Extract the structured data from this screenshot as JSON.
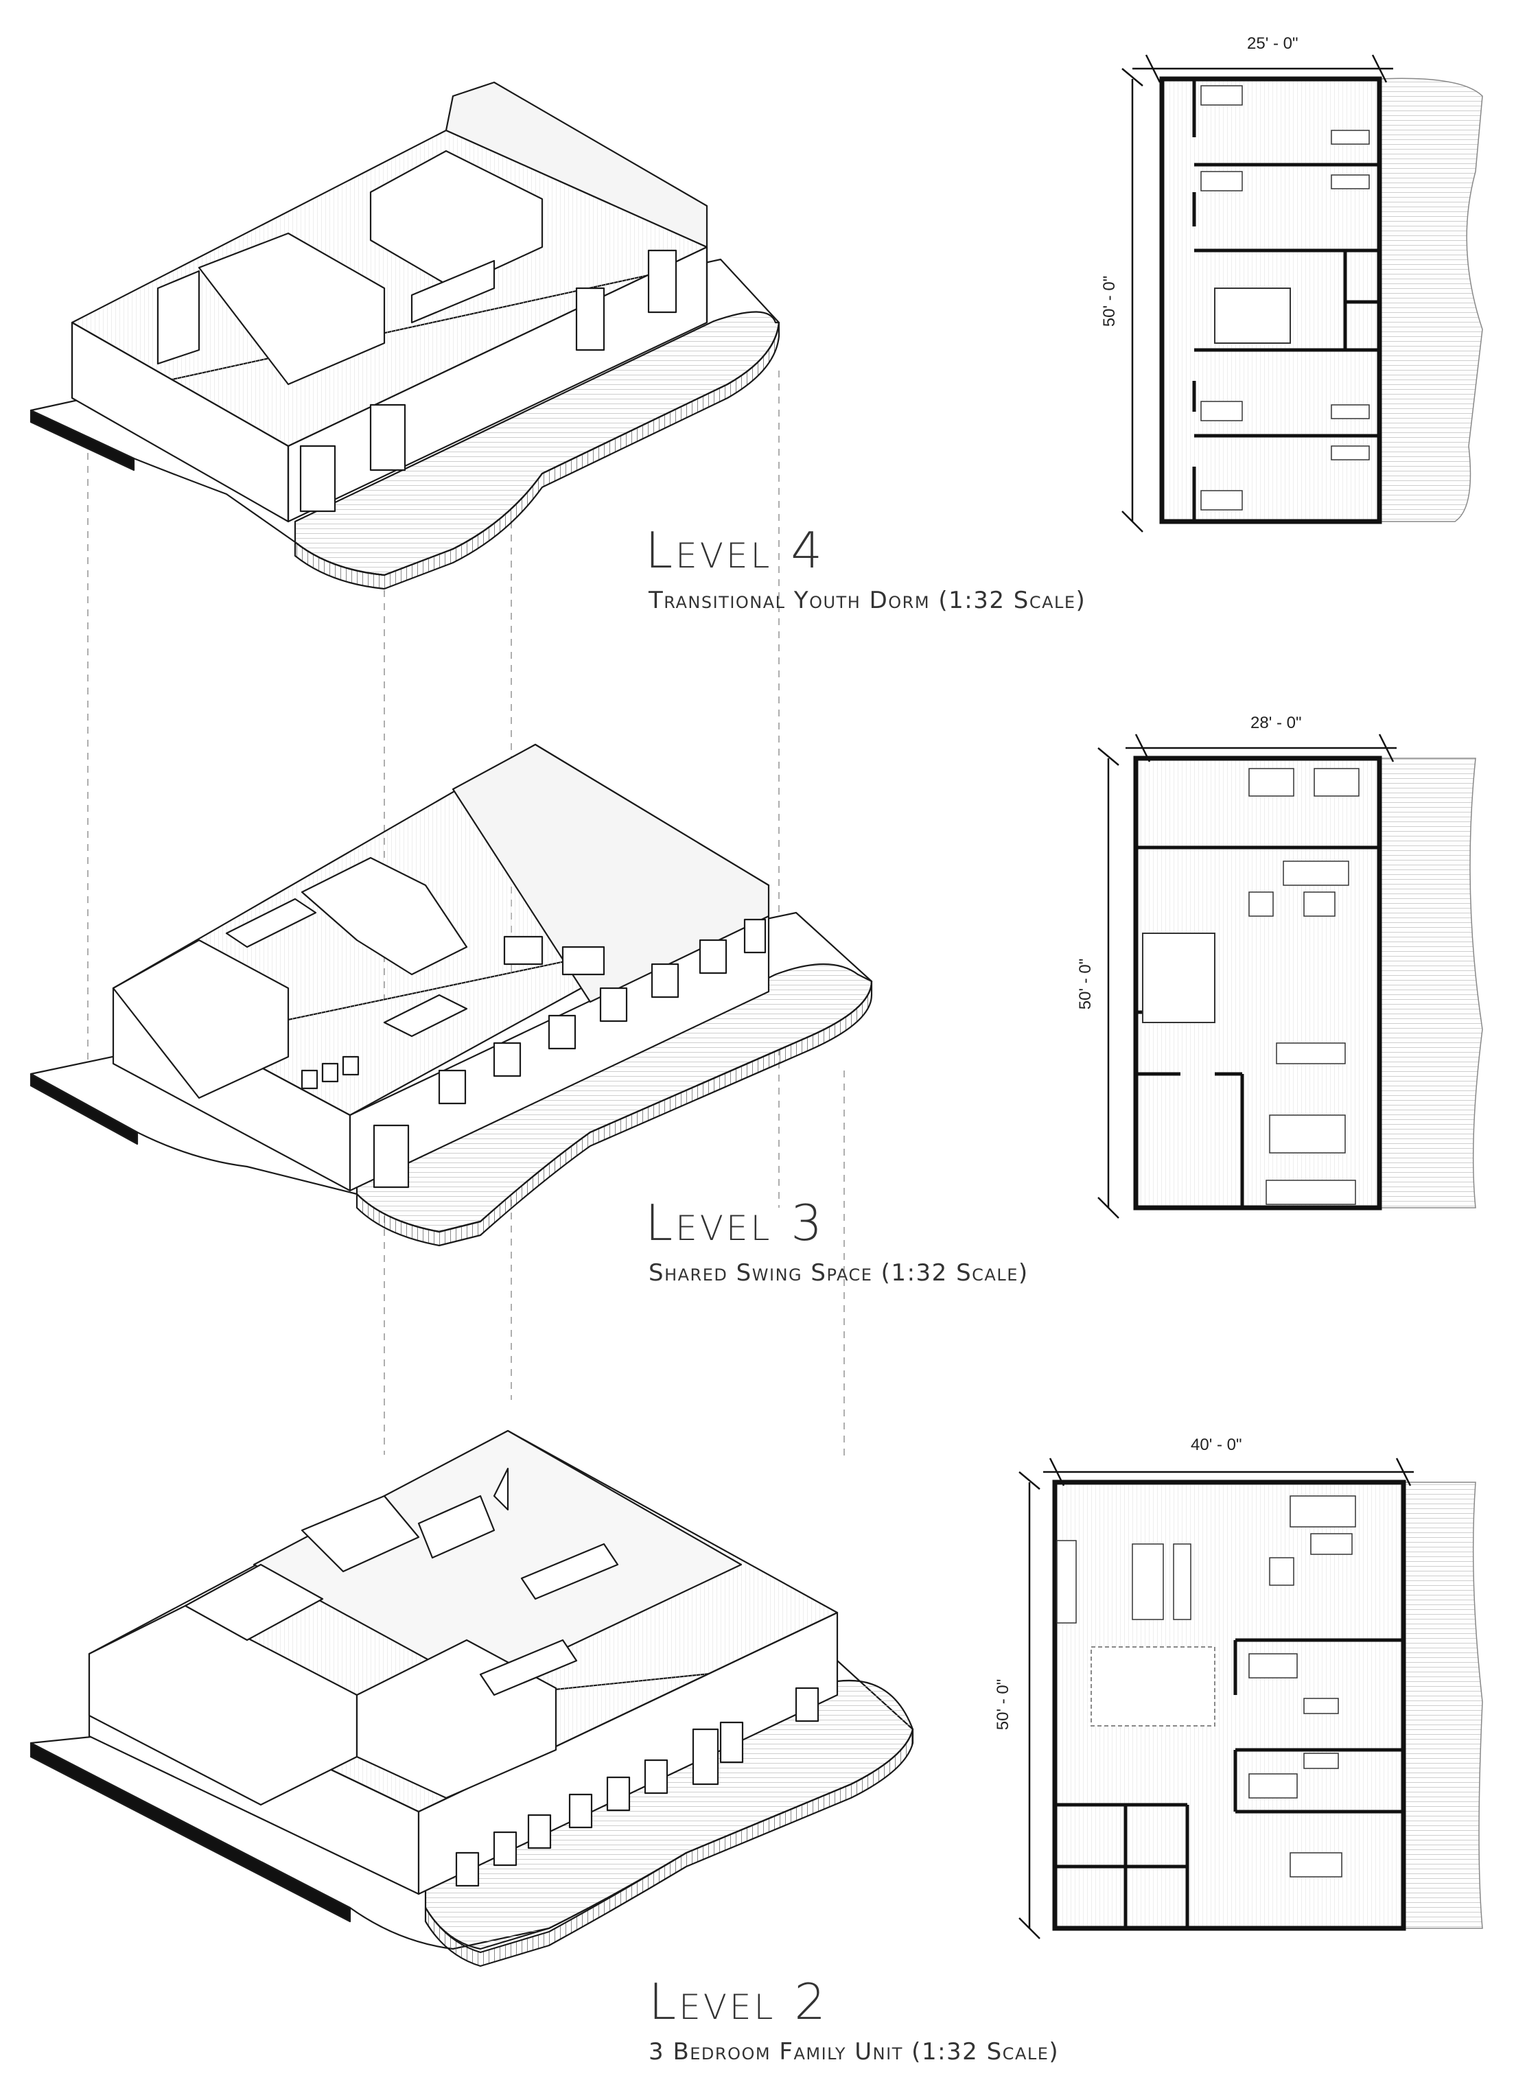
{
  "levels": [
    {
      "title": "Level 4",
      "subtitle": "Transitional Youth Dorm (1:32 Scale)",
      "plan_width": "25' - 0\"",
      "plan_depth": "50' - 0\""
    },
    {
      "title": "Level 3",
      "subtitle": "Shared Swing Space  (1:32 Scale)",
      "plan_width": "28' - 0\"",
      "plan_depth": "50' - 0\""
    },
    {
      "title": "Level 2",
      "subtitle": "3 Bedroom Family Unit (1:32 Scale)",
      "plan_width": "40' - 0\"",
      "plan_depth": "50' - 0\""
    }
  ],
  "colors": {
    "line": "#1a1a1a",
    "hatch": "#bdbdbd",
    "guide": "#9a9a9a",
    "slab": "#111111"
  }
}
